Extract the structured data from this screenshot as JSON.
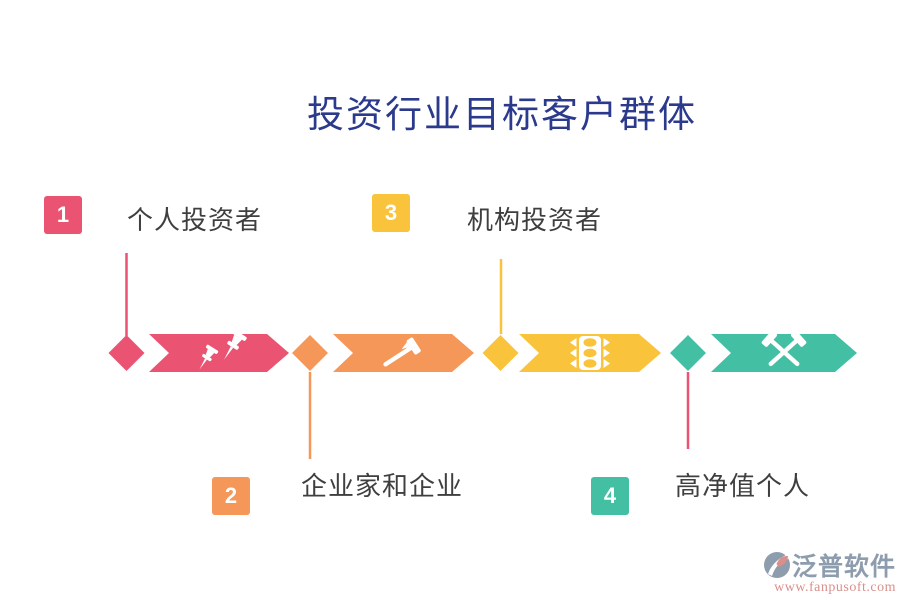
{
  "title": "投资行业目标客户群体",
  "colors": {
    "pink": "#ea5372",
    "orange": "#f6975a",
    "yellow": "#f9c33c",
    "teal": "#43bfa3",
    "navy": "#2b3a8c",
    "label": "#3f3f3f",
    "brand_grey": "#8e9dae",
    "brand_salmon": "#d98f8a",
    "background": "#ffffff"
  },
  "items": [
    {
      "number": "1",
      "label": "个人投资者",
      "color": "#ea5372",
      "icon": "pushpin-icon",
      "label_position": "top"
    },
    {
      "number": "2",
      "label": "企业家和企业",
      "color": "#f6975a",
      "icon": "hammer-icon",
      "label_position": "bottom"
    },
    {
      "number": "3",
      "label": "机构投资者",
      "color": "#f9c33c",
      "icon": "traffic-light-icon",
      "label_position": "top"
    },
    {
      "number": "4",
      "label": "高净值个人",
      "color": "#43bfa3",
      "icon": "crossed-hammers-icon",
      "label_position": "bottom"
    }
  ],
  "watermark": {
    "brand": "泛普软件",
    "url": "www.fanpusoft.com"
  }
}
